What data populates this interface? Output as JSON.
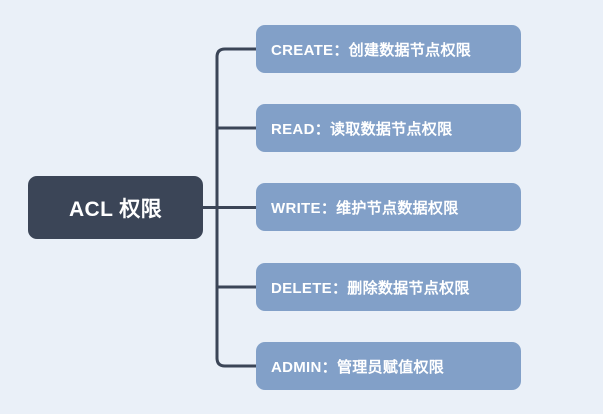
{
  "diagram": {
    "type": "mind-map",
    "background_color": "#eaf0f8",
    "root": {
      "label": "ACL 权限",
      "fill_color": "#3b4557",
      "text_color": "#ffffff"
    },
    "branch": {
      "line_color": "#3b4557",
      "line_width": 3
    },
    "children": [
      {
        "label": "CREATE：创建数据节点权限",
        "key": "CREATE",
        "description": "创建数据节点权限",
        "fill_color": "#82a0c8",
        "text_color": "#ffffff"
      },
      {
        "label": "READ：读取数据节点权限",
        "key": "READ",
        "description": "读取数据节点权限",
        "fill_color": "#82a0c8",
        "text_color": "#ffffff"
      },
      {
        "label": "WRITE：维护节点数据权限",
        "key": "WRITE",
        "description": "维护节点数据权限",
        "fill_color": "#82a0c8",
        "text_color": "#ffffff"
      },
      {
        "label": "DELETE：删除数据节点权限",
        "key": "DELETE",
        "description": "删除数据节点权限",
        "fill_color": "#82a0c8",
        "text_color": "#ffffff"
      },
      {
        "label": "ADMIN：管理员赋值权限",
        "key": "ADMIN",
        "description": "管理员赋值权限",
        "fill_color": "#82a0c8",
        "text_color": "#ffffff"
      }
    ]
  }
}
